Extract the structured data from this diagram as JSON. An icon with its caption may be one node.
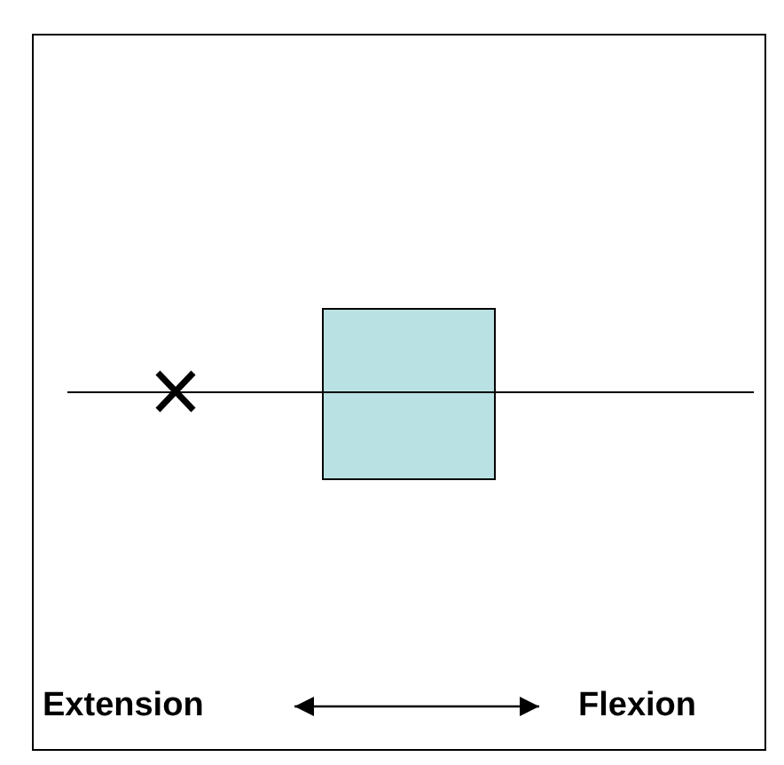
{
  "diagram": {
    "nodes": [
      {
        "text": [
          "Extension"
        ]
      },
      {
        "text": [
          "Flexion"
        ]
      },
      {
        "text": [],
        "shape": "box"
      }
    ],
    "edges": [
      {
        "from": 0,
        "to": 1,
        "arrow": "both"
      }
    ]
  }
}
